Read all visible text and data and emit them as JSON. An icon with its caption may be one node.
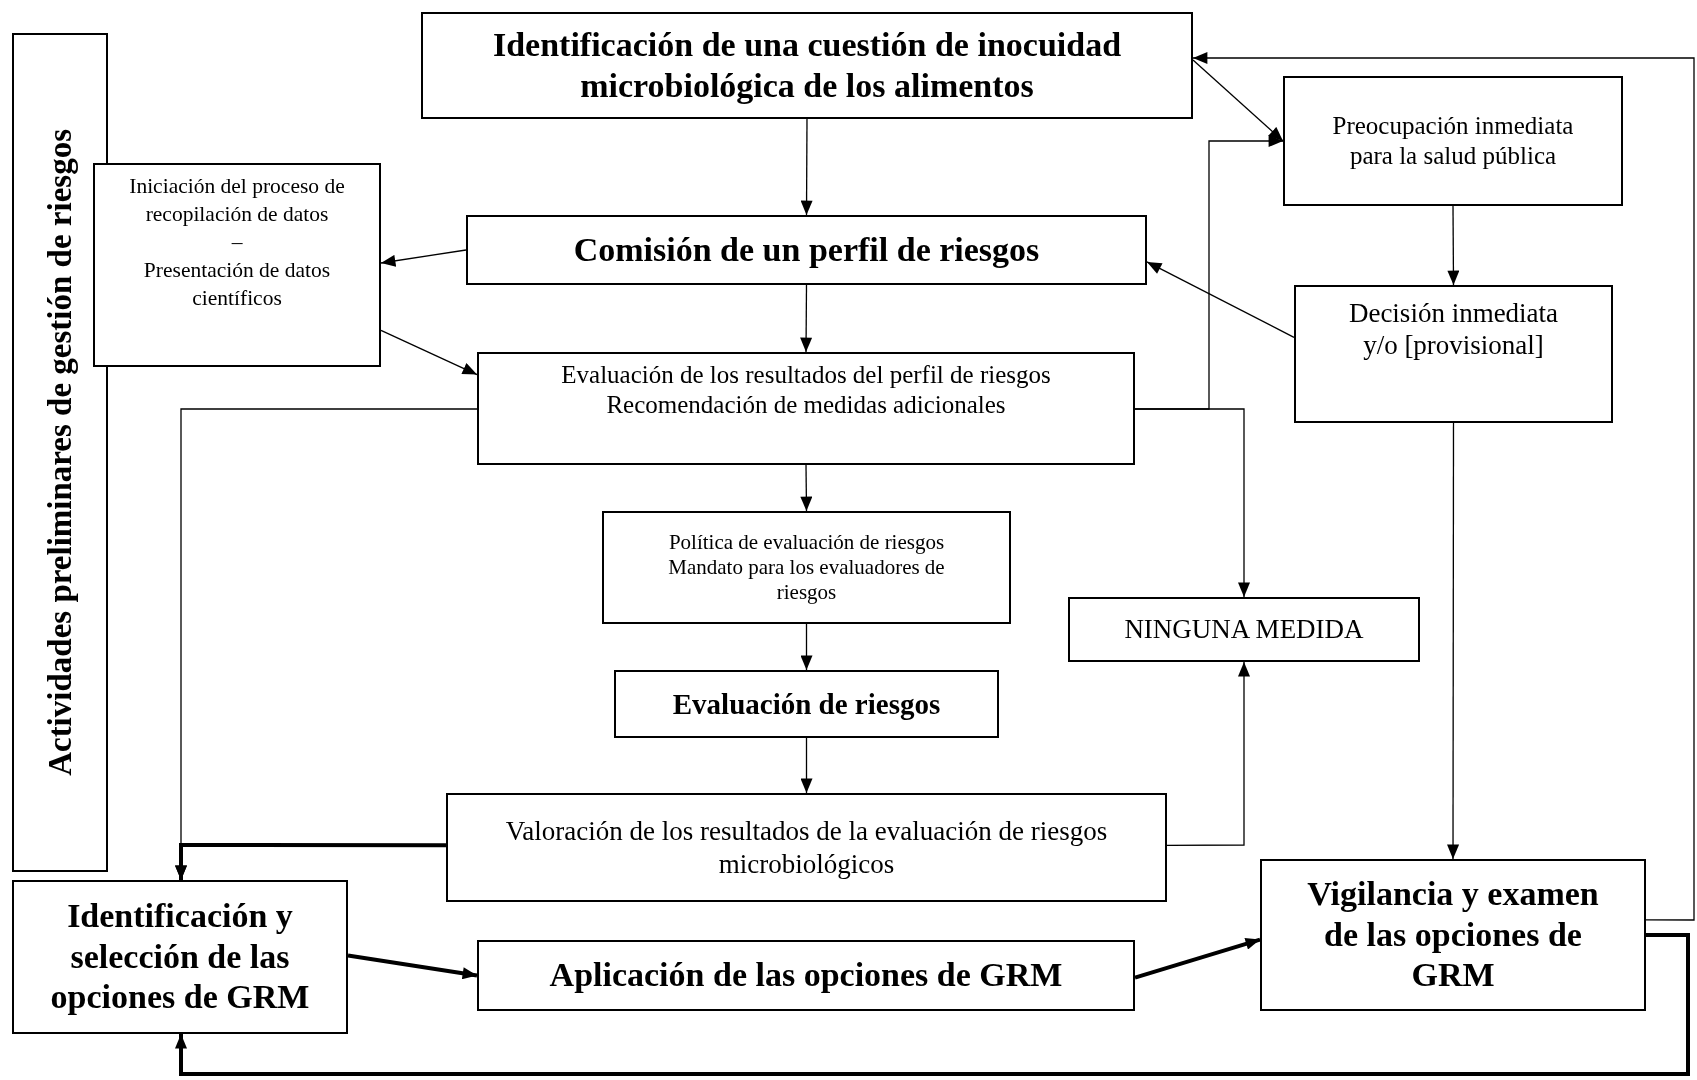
{
  "diagram": {
    "nodes": [
      {
        "text": [
          "Identificación de una cuestión de inocuidad microbiológica de los alimentos"
        ]
      },
      {
        "text": [
          "Preocupación inmediata para la salud pública"
        ]
      },
      {
        "text": [
          "Actividades preliminares de gestión de riesgos"
        ]
      },
      {
        "text": [
          "Iniciación del proceso de recopilación de datos",
          "–",
          "Presentación de datos científicos"
        ]
      },
      {
        "text": [
          "Comisión de un perfil de riesgos"
        ]
      },
      {
        "text": [
          "Decisión inmediata y/o [provisional]"
        ]
      },
      {
        "text": [
          "Evaluación de los resultados del perfil de riesgos",
          "Recomendación de medidas adicionales"
        ]
      },
      {
        "text": [
          "Política de evaluación de riesgos",
          "Mandato para los evaluadores de riesgos"
        ]
      },
      {
        "text": [
          "NINGUNA MEDIDA"
        ]
      },
      {
        "text": [
          "Evaluación de riesgos"
        ]
      },
      {
        "text": [
          "Valoración de los resultados de la evaluación de riesgos microbiológicos"
        ]
      },
      {
        "text": [
          "Identificación y selección de las opciones de GRM"
        ]
      },
      {
        "text": [
          "Aplicación de las opciones de GRM"
        ]
      },
      {
        "text": [
          "Vigilancia y examen de las opciones de GRM"
        ]
      }
    ],
    "edges": [
      {
        "from": 0,
        "to": 4,
        "arrow": "to"
      },
      {
        "from": 0,
        "to": 1,
        "arrow": "to"
      },
      {
        "from": 6,
        "to": 1,
        "arrow": "to"
      },
      {
        "from": 1,
        "to": 5,
        "arrow": "to"
      },
      {
        "from": 5,
        "to": 4,
        "arrow": "to"
      },
      {
        "from": 5,
        "to": 13,
        "arrow": "to"
      },
      {
        "from": 4,
        "to": 3,
        "arrow": "to"
      },
      {
        "from": 3,
        "to": 6,
        "arrow": "to"
      },
      {
        "from": 4,
        "to": 6,
        "arrow": "to"
      },
      {
        "from": 6,
        "to": 11,
        "arrow": "to"
      },
      {
        "from": 6,
        "to": 8,
        "arrow": "to"
      },
      {
        "from": 6,
        "to": 7,
        "arrow": "to"
      },
      {
        "from": 7,
        "to": 9,
        "arrow": "to"
      },
      {
        "from": 9,
        "to": 10,
        "arrow": "to"
      },
      {
        "from": 10,
        "to": 8,
        "arrow": "to"
      },
      {
        "from": 10,
        "to": 11,
        "arrow": "to",
        "style": "thick"
      },
      {
        "from": 11,
        "to": 12,
        "arrow": "to",
        "style": "thick"
      },
      {
        "from": 12,
        "to": 13,
        "arrow": "to",
        "style": "thick"
      },
      {
        "from": 13,
        "to": 0,
        "arrow": "to"
      },
      {
        "from": 13,
        "to": 11,
        "arrow": "to",
        "style": "thick"
      }
    ]
  }
}
